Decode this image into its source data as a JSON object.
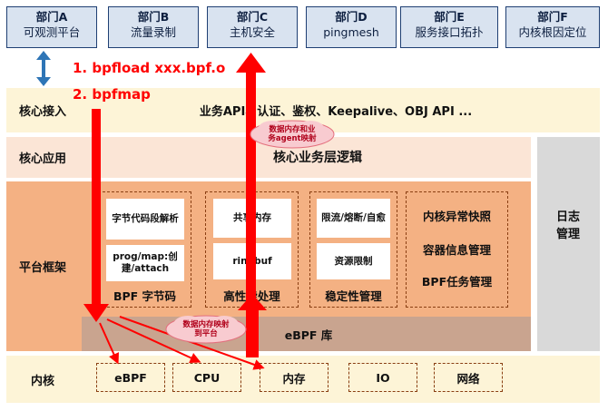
{
  "departments": [
    {
      "name": "部门A",
      "desc": "可观测平台"
    },
    {
      "name": "部门B",
      "desc": "流量录制"
    },
    {
      "name": "部门C",
      "desc": "主机安全"
    },
    {
      "name": "部门D",
      "desc": "pingmesh"
    },
    {
      "name": "部门E",
      "desc": "服务接口拓扑"
    },
    {
      "name": "部门F",
      "desc": "内核根因定位"
    }
  ],
  "steps": {
    "step1": "1. bpfload xxx.bpf.o",
    "step2": "2. bpfmap"
  },
  "rows": {
    "core_access": {
      "label": "核心接入",
      "content": "业务API、认证、鉴权、Keepalive、OBJ API ..."
    },
    "core_app": {
      "label": "核心应用",
      "content": "核心业务层逻辑"
    },
    "platform": {
      "label": "平台框架"
    },
    "kernel": {
      "label": "内核"
    }
  },
  "log_mgmt": "日志管理",
  "groups": {
    "bpf": {
      "label": "BPF 字节码",
      "items": [
        "字节代码段解析",
        "prog/map:创建/attach"
      ]
    },
    "perf": {
      "label": "高性能处理",
      "items": [
        "共享内存",
        "ringbuf"
      ]
    },
    "stable": {
      "label": "稳定性管理",
      "items": [
        "限流/熔断/自愈",
        "资源限制"
      ]
    },
    "right": {
      "items": [
        "内核异常快照",
        "容器信息管理",
        "BPF任务管理"
      ]
    }
  },
  "ebpf_lib": "eBPF 库",
  "kernel_items": [
    "eBPF",
    "CPU",
    "内存",
    "IO",
    "网络"
  ],
  "clouds": {
    "top": {
      "line1": "数据内存和业",
      "line2": "务agent映射"
    },
    "bottom": {
      "line1": "数据内存映射",
      "line2": "到平台"
    }
  },
  "colors": {
    "dept_fill": "#d9e3f0",
    "band": "#fdf4d7",
    "platform": "#f4b183",
    "arrow": "#ff0000",
    "blue_arrow": "#2e75b6"
  }
}
